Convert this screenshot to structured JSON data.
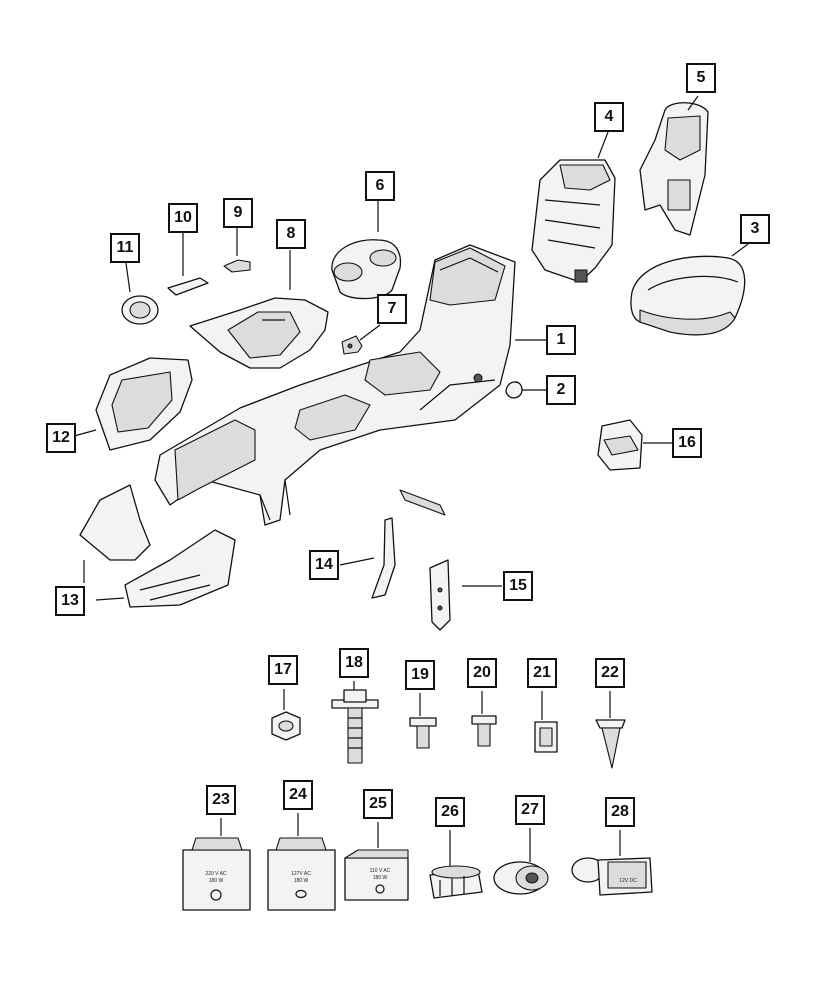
{
  "callouts": [
    "1",
    "2",
    "3",
    "4",
    "5",
    "6",
    "7",
    "8",
    "9",
    "10",
    "11",
    "12",
    "13",
    "14",
    "15",
    "16",
    "17",
    "18",
    "19",
    "20",
    "21",
    "22",
    "23",
    "24",
    "25",
    "26",
    "27",
    "28"
  ],
  "outlet_labels": {
    "p23": [
      "220 V AC",
      "180 W"
    ],
    "p24": [
      "127V AC",
      "180 W"
    ],
    "p25": [
      "110 V AC",
      "180 W"
    ],
    "p28": [
      "12V DC"
    ]
  },
  "colors": {
    "line": "#111111",
    "fill": "#f3f3f3",
    "shade": "#dcdcdc",
    "background": "#ffffff"
  }
}
